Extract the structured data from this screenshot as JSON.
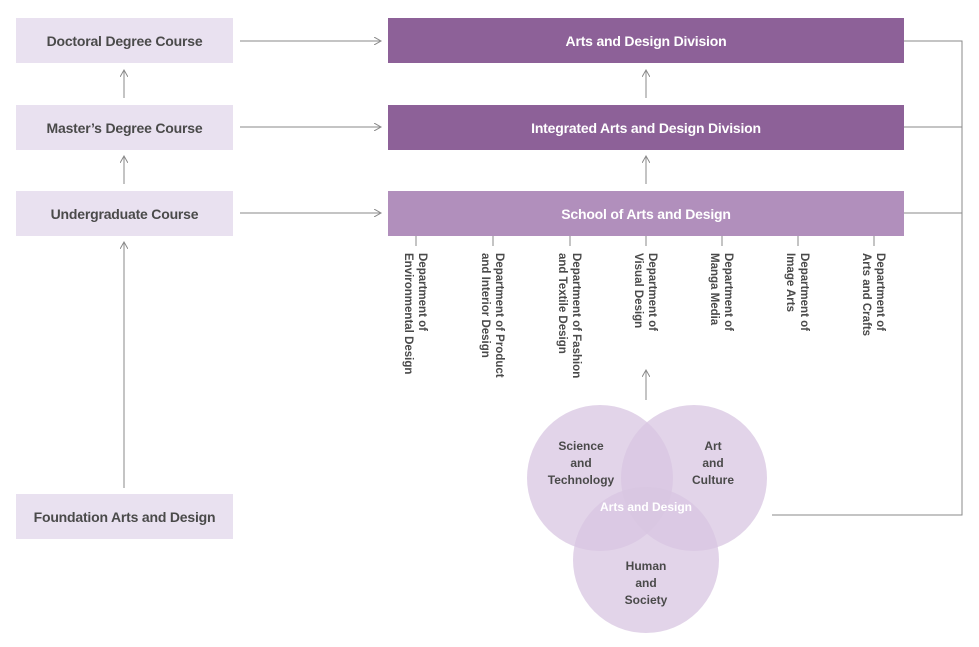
{
  "left_boxes": {
    "doctoral": "Doctoral Degree Course",
    "masters": "Master’s Degree Course",
    "undergraduate": "Undergraduate Course",
    "foundation": "Foundation Arts and Design"
  },
  "right_boxes": {
    "division": "Arts and Design Division",
    "integrated": "Integrated Arts and Design Division",
    "school": "School of Arts and Design"
  },
  "departments": [
    {
      "line1": "Department of",
      "line2": "Environmental Design"
    },
    {
      "line1": "Department of Product",
      "line2": "and Interior Design"
    },
    {
      "line1": "Department of Fashion",
      "line2": "and Textile Design"
    },
    {
      "line1": "Department of",
      "line2": "Visual Design"
    },
    {
      "line1": "Department of",
      "line2": "Manga Media"
    },
    {
      "line1": "Department of",
      "line2": "Image Arts"
    },
    {
      "line1": "Department of",
      "line2": "Arts and Crafts"
    }
  ],
  "venn": {
    "science": [
      "Science",
      "and",
      "Technology"
    ],
    "art": [
      "Art",
      "and",
      "Culture"
    ],
    "human": [
      "Human",
      "and",
      "Society"
    ],
    "center": "Arts and Design"
  },
  "colors": {
    "left_box_bg": "#e9e1f0",
    "division_bg": "#8d6198",
    "integrated_bg": "#8d6198",
    "school_bg": "#b18fbc",
    "venn_circle": "#d8c6e1",
    "line": "#8a8a8a"
  }
}
